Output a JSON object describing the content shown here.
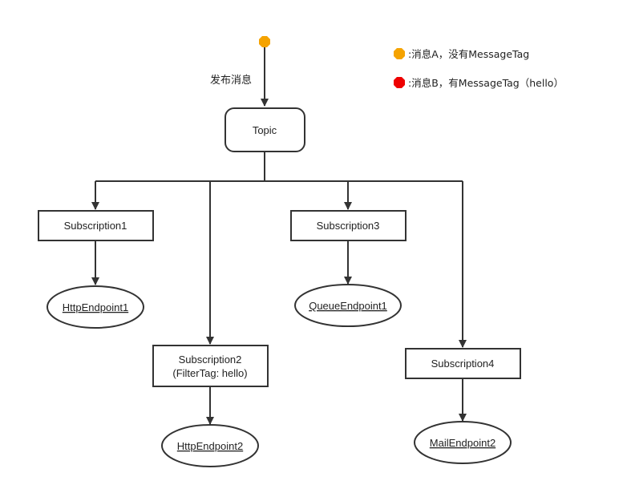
{
  "edge_label": "发布消息",
  "legend": [
    {
      "text": ":消息A，没有MessageTag",
      "color": "#f5a300"
    },
    {
      "text": ":消息B，有MessageTag（hello）",
      "color": "#ee0000"
    }
  ],
  "message_dot_color": "#f5a300",
  "topic": {
    "label": "Topic"
  },
  "subscriptions": [
    {
      "label": "Subscription1",
      "filter": ""
    },
    {
      "label": "Subscription2",
      "filter": "(FilterTag: hello)"
    },
    {
      "label": "Subscription3",
      "filter": ""
    },
    {
      "label": "Subscription4",
      "filter": ""
    }
  ],
  "endpoints": [
    {
      "label": "HttpEndpoint1"
    },
    {
      "label": "HttpEndpoint2"
    },
    {
      "label": "QueueEndpoint1"
    },
    {
      "label": "MailEndpoint2"
    }
  ]
}
